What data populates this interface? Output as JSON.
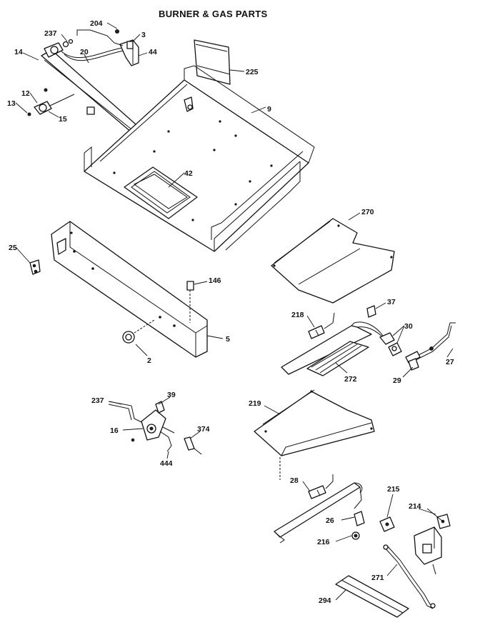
{
  "title": "BURNER & GAS PARTS",
  "parts": [
    {
      "key": "p204",
      "label": "204"
    },
    {
      "key": "p237a",
      "label": "237"
    },
    {
      "key": "p3",
      "label": "3"
    },
    {
      "key": "p14",
      "label": "14"
    },
    {
      "key": "p20",
      "label": "20"
    },
    {
      "key": "p44",
      "label": "44"
    },
    {
      "key": "p225",
      "label": "225"
    },
    {
      "key": "p12",
      "label": "12"
    },
    {
      "key": "p13",
      "label": "13"
    },
    {
      "key": "p15",
      "label": "15"
    },
    {
      "key": "p9",
      "label": "9"
    },
    {
      "key": "p42",
      "label": "42"
    },
    {
      "key": "p270",
      "label": "270"
    },
    {
      "key": "p25",
      "label": "25"
    },
    {
      "key": "p146",
      "label": "146"
    },
    {
      "key": "p37",
      "label": "37"
    },
    {
      "key": "p218",
      "label": "218"
    },
    {
      "key": "p30",
      "label": "30"
    },
    {
      "key": "p5",
      "label": "5"
    },
    {
      "key": "p2",
      "label": "2"
    },
    {
      "key": "p27",
      "label": "27"
    },
    {
      "key": "p29",
      "label": "29"
    },
    {
      "key": "p272",
      "label": "272"
    },
    {
      "key": "p237b",
      "label": "237"
    },
    {
      "key": "p39",
      "label": "39"
    },
    {
      "key": "p16",
      "label": "16"
    },
    {
      "key": "p374",
      "label": "374"
    },
    {
      "key": "p444",
      "label": "444"
    },
    {
      "key": "p219",
      "label": "219"
    },
    {
      "key": "p28",
      "label": "28"
    },
    {
      "key": "p215",
      "label": "215"
    },
    {
      "key": "p214",
      "label": "214"
    },
    {
      "key": "p26",
      "label": "26"
    },
    {
      "key": "p216",
      "label": "216"
    },
    {
      "key": "p271",
      "label": "271"
    },
    {
      "key": "p294",
      "label": "294"
    }
  ]
}
